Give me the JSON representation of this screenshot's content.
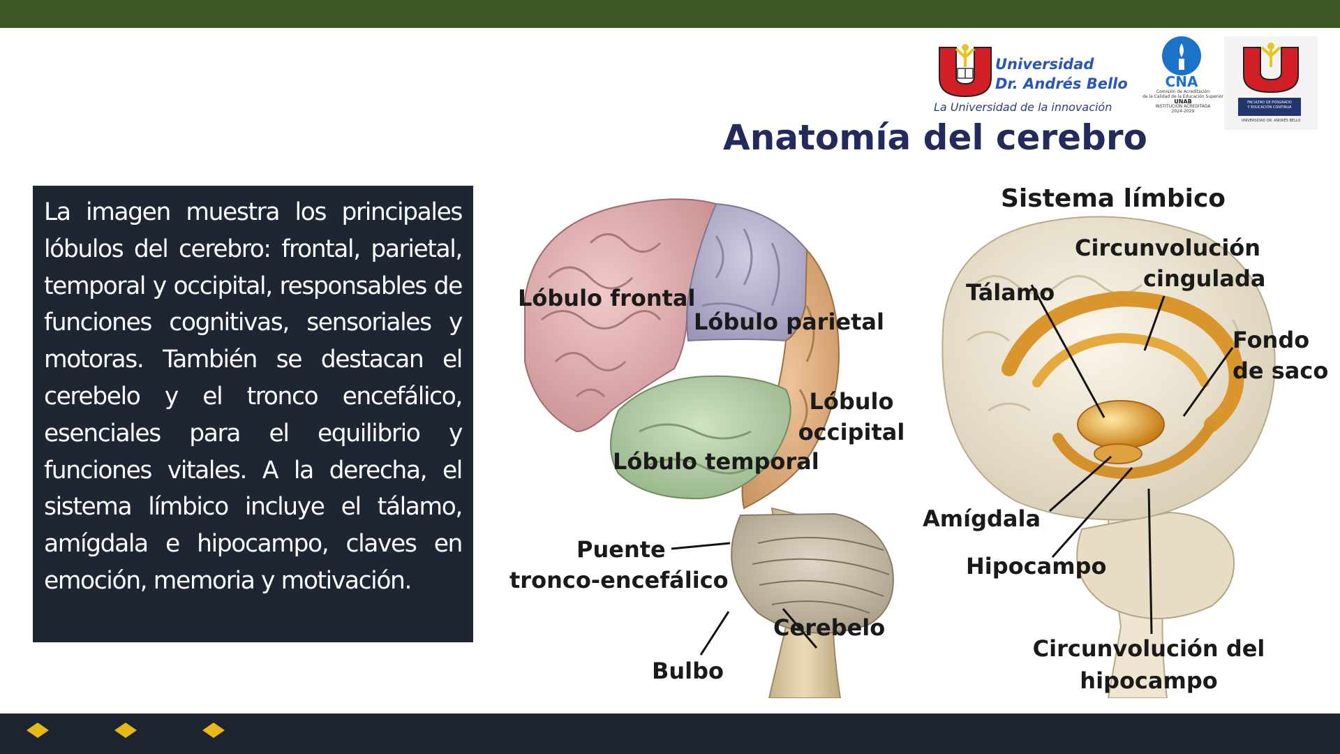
{
  "header": {
    "university_line1": "Universidad",
    "university_line2": "Dr. Andrés Bello",
    "university_tagline": "La Universidad de la innovación",
    "cna_mark": "CNA",
    "cna_line1": "Comisión de Acreditación",
    "cna_line2": "de la Calidad de la Educación Superior",
    "cna_line3": "UNAB",
    "cna_line4": "INSTITUCIÓN ACREDITADA",
    "cna_line5": "2024-2029",
    "faculty_line1": "FACULTAD DE POSGRADO",
    "faculty_line2": "Y EDUCACIÓN CONTINUA",
    "faculty_sub": "UNIVERSIDAD DR. ANDRÉS BELLO"
  },
  "slide": {
    "title": "Anatomía del cerebro",
    "description": "La imagen muestra los principales lóbulos del cerebro: frontal, parietal, temporal y occipital, responsables de funciones cognitivas, sensoriales y motoras. También se destacan el cerebelo y el tronco encefálico, esenciales para el equilibrio y funciones vitales. A la derecha, el sistema límbico incluye el tálamo, amígdala e hipocampo, claves en emoción, memoria y motivación."
  },
  "figure": {
    "left_labels": {
      "frontal": "Lóbulo frontal",
      "parietal": "Lóbulo parietal",
      "occipital_1": "Lóbulo",
      "occipital_2": "occipital",
      "temporal": "Lóbulo temporal",
      "puente_1": "Puente",
      "puente_2": "tronco-encefálico",
      "cerebelo": "Cerebelo",
      "bulbo": "Bulbo"
    },
    "right_labels": {
      "title": "Sistema límbico",
      "cingulada_1": "Circunvolución",
      "cingulada_2": "cingulada",
      "talamo": "Tálamo",
      "fondo_1": "Fondo",
      "fondo_2": "de saco",
      "amigdala": "Amígdala",
      "hipocampo": "Hipocampo",
      "circ_hipo_1": "Circunvolución del",
      "circ_hipo_2": "hipocampo"
    }
  },
  "colors": {
    "top_bar": "#3d5a24",
    "bottom_bar": "#1c2331",
    "accent_diamond": "#e8b817",
    "text_box": "#1e2634",
    "title": "#232a5c"
  }
}
